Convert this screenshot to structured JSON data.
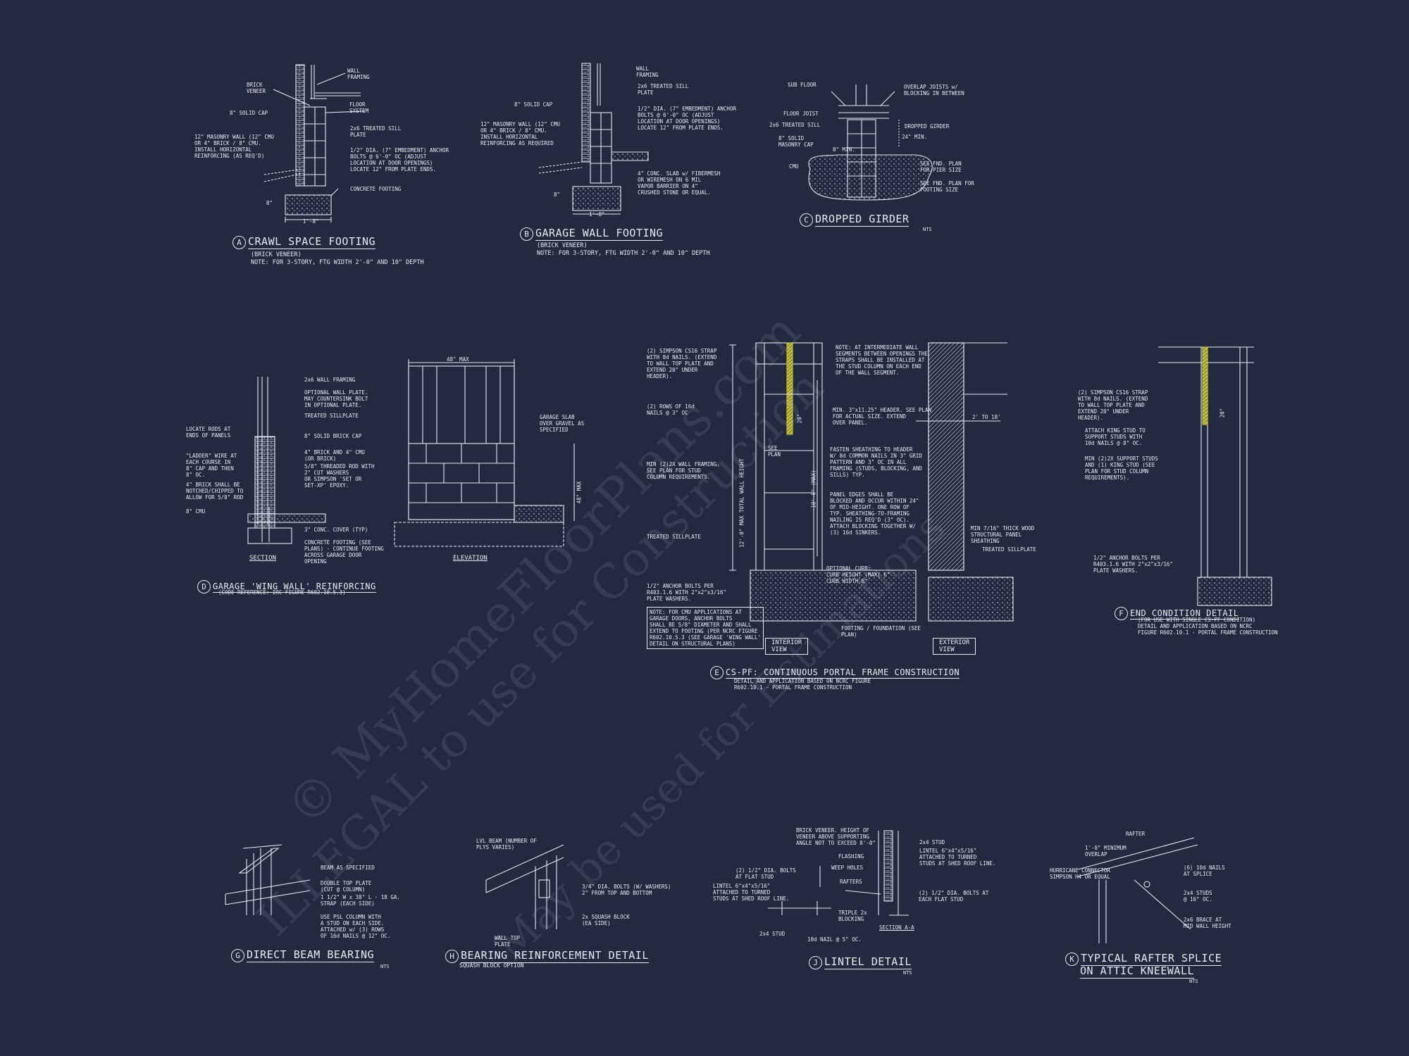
{
  "watermark": {
    "line1": "© MyHomeFloorPlans.com",
    "line2": "ILLEGAL to use for Construction",
    "line3": "May be used for Estimations"
  },
  "details": {
    "a": {
      "tag": "A",
      "title": "CRAWL SPACE FOOTING",
      "sub1": "(BRICK VENEER)",
      "sub2": "NOTE: FOR 3-STORY, FTG WIDTH 2'-0\" AND 10\" DEPTH",
      "notes": [
        "WALL\nFRAMING",
        "BRICK\nVENEER",
        "8\" SOLID CAP",
        "FLOOR\nSYSTEM",
        "12\" MASONRY WALL (12\" CMU\nOR 4\" BRICK / 8\" CMU.\nINSTALL HORIZONTAL\nREINFORCING (AS REQ'D)",
        "2x6 TREATED SILL\nPLATE",
        "1/2\" DIA. (7\" EMBEDMENT) ANCHOR\nBOLTS @ 6'-0\" OC (ADJUST\nLOCATION AT DOOR OPENINGS)\nLOCATE 12\" FROM PLATE ENDS.",
        "CONCRETE FOOTING",
        "8\"",
        "1'-8\""
      ]
    },
    "b": {
      "tag": "B",
      "title": "GARAGE WALL FOOTING",
      "sub1": "(BRICK VENEER)",
      "sub2": "NOTE: FOR 3-STORY, FTG WIDTH 2'-0\" AND 10\" DEPTH",
      "notes": [
        "WALL\nFRAMING",
        "2x6 TREATED SILL\nPLATE",
        "8\" SOLID CAP",
        "1/2\" DIA. (7\" EMBEDMENT) ANCHOR\nBOLTS @ 6'-0\" OC (ADJUST\nLOCATION AT DOOR OPENINGS)\nLOCATE 12\" FROM PLATE ENDS.",
        "12\" MASONRY WALL (12\" CMU\nOR 4\" BRICK / 8\" CMU.\nINSTALL HORIZONTAL\nREINFORCING AS REQUIRED",
        "4\" CONC. SLAB w/ FIBERMESH\nOR WIREMESH ON 6 MIL\nVAPOR BARRIER ON 4\"\nCRUSHED STONE OR EQUAL.",
        "8\"",
        "1'-8\""
      ]
    },
    "c": {
      "tag": "C",
      "title": "DROPPED GIRDER",
      "nts": "NTS",
      "notes": [
        "SUB FLOOR",
        "OVERLAP JOISTS w/\nBLOCKING IN BETWEEN",
        "FLOOR JOIST",
        "2x6 TREATED SILL",
        "8\" SOLID\nMASONRY CAP",
        "DROPPED GIRDER",
        "CMU",
        "SEE FND. PLAN\nFOR PIER SIZE",
        "SEE FND. PLAN FOR\nFOOTING SIZE",
        "24\" MIN.",
        "8\" MIN."
      ]
    },
    "d": {
      "tag": "D",
      "title": "GARAGE 'WING WALL' REINFORCING",
      "sub1": "(CODE REFERENCE: IRC FIGURE R602.10.5.3)",
      "section": "SECTION",
      "elevation": "ELEVATION",
      "notes": [
        "2x6 WALL FRAMING",
        "OPTIONAL WALL PLATE.\nMAY COUNTERSINK BOLT\nIN OPTIONAL PLATE.",
        "TREATED SILLPLATE",
        "LOCATE RODS AT\nENDS OF PANELS",
        "8\" SOLID BRICK CAP",
        "\"LADDER\" WIRE AT\nEACH COURSE IN\n8\" CAP AND THEN\n8\" OC.",
        "4\" BRICK AND 4\" CMU\n(OR BRICK)",
        "5/8\" THREADED ROD WITH\n2\" CUT WASHERS\nOR SIMPSON 'SET OR\nSET-XP' EPOXY.",
        "4\" BRICK SHALL BE\nNOTCHED/CHIPPED TO\nALLOW FOR 5/8\" ROD",
        "8\" CMU",
        "3\" CONC. COVER (TYP)",
        "CONCRETE FOOTING (SEE\nPLANS) - CONTINUE FOOTING\nACROSS GARAGE DOOR\nOPENING",
        "GARAGE SLAB\nOVER GRAVEL AS\nSPECIFIED",
        "48\" MAX",
        "48\" MAX"
      ]
    },
    "e": {
      "tag": "E",
      "title": "CS-PF: CONTINUOUS PORTAL FRAME CONSTRUCTION",
      "sub1": "DETAIL AND APPLICATION BASED ON NCRC FIGURE",
      "sub2": "R602.10.1 - PORTAL FRAME CONSTRUCTION",
      "interior": "INTERIOR VIEW",
      "exterior": "EXTERIOR VIEW",
      "notes": [
        "(2) SIMPSON CS16 STRAP\nWITH 8d NAILS. (EXTEND\nTO WALL TOP PLATE AND\nEXTEND 20\" UNDER\nHEADER).",
        "NOTE: AT INTERMEDIATE WALL\nSEGMENTS BETWEEN OPENINGS THE\nSTRAPS SHALL BE INSTALLED AT\nTHE STUD COLUMN ON EACH END\nOF THE WALL SEGMENT.",
        "(2) ROWS OF 16d\nNAILS @ 3\" OC",
        "MIN. 3\"x11.25\" HEADER. SEE PLAN\nFOR ACTUAL SIZE. EXTEND\nOVER PANEL.",
        "MIN (2)2X WALL FRAMING.\nSEE PLAN FOR STUD\nCOLUMN REQUIREMENTS.",
        "FASTEN SHEATHING TO HEADER\nW/ 8d COMMON NAILS IN 3\" GRID\nPATTERN AND 3\" OC IN ALL\nFRAMING (STUDS, BLOCKING, AND\nSILLS) TYP.",
        "PANEL EDGES SHALL BE\nBLOCKED AND OCCUR WITHIN 24\"\nOF MID-HEIGHT. ONE ROW OF\nTYP. SHEATHING-TO-FRAMING\nNAILING IS REQ'D (3\" OC).\nATTACH BLOCKING TOGETHER W/\n(3) 16d SINKERS.",
        "TREATED SILLPLATE",
        "MIN 7/16\" THICK WOOD\nSTRUCTURAL PANEL\nSHEATHING",
        "TREATED SILLPLATE",
        "1/2\" ANCHOR BOLTS PER\nR403.1.6 WITH 2\"x2\"x3/16\"\nPLATE WASHERS.",
        "OPTIONAL CURB:\nCURB HEIGHT (MAX) 6\"\nCURB WIDTH 8\"",
        "NOTE: FOR CMU APPLICATIONS AT\nGARAGE DOORS, ANCHOR BOLTS\nSHALL BE 5/8\" DIAMETER AND SHALL\nEXTEND TO FOOTING (PER NCRC FIGURE\nR602.10.5.3 (SEE GARAGE 'WING WALL'\nDETAIL ON STRUCTURAL PLANS)",
        "FOOTING / FOUNDATION (SEE\nPLAN)",
        "SEE\nPLAN",
        "2' TO 18'",
        "12'-0\" MAX TOTAL WALL HEIGHT",
        "10'-0\" (MAX)",
        "20\""
      ]
    },
    "f": {
      "tag": "F",
      "title": "END CONDITION DETAIL",
      "sub1": "(FOR USE WITH SINGLE CS-PF CONDITION)",
      "sub2": "DETAIL AND APPLICATION BASED ON NCRC",
      "sub3": "FIGURE R602.10.1 - PORTAL FRAME CONSTRUCTION",
      "notes": [
        "(2) SIMPSON CS16 STRAP\nWITH 8d NAILS. (EXTEND\nTO WALL TOP PLATE AND\nEXTEND 20\" UNDER\nHEADER).",
        "ATTACH KING STUD TO\nSUPPORT STUDS WITH\n10d NAILS @ 8\" OC.",
        "MIN (2)2X SUPPORT STUDS\nAND (1) KING STUD (SEE\nPLAN FOR STUD COLUMN\nREQUIREMENTS).",
        "1/2\" ANCHOR BOLTS PER\nR403.1.6 WITH 2\"x2\"x3/16\"\nPLATE WASHERS.",
        "20\""
      ]
    },
    "g": {
      "tag": "G",
      "title": "DIRECT BEAM BEARING",
      "nts": "NTS",
      "notes": [
        "BEAM AS SPECIFIED",
        "DOUBLE TOP PLATE\n(CUT @ COLUMN)",
        "1 1/2\" W x 38\" L - 18 GA.\nSTRAP (EACH SIDE)",
        "USE PSL COLUMN WITH\nA STUD ON EACH SIDE.\nATTACHED w/ (3) ROWS\nOF 16d NAILS @ 12\" OC."
      ]
    },
    "h": {
      "tag": "H",
      "title": "BEARING REINFORCEMENT DETAIL",
      "sub1": "SQUASH BLOCK OPTION",
      "notes": [
        "LVL BEAM (NUMBER OF\nPLYS VARIES)",
        "3/4\" DIA. BOLTS (W/ WASHERS)\n2\" FROM TOP AND BOTTOM",
        "2x SQUASH BLOCK\n(EA SIDE)",
        "WALL TOP\nPLATE"
      ]
    },
    "j": {
      "tag": "J",
      "title": "LINTEL DETAIL",
      "nts": "NTS",
      "notes": [
        "BRICK VENEER. HEIGHT OF\nVENEER ABOVE SUPPORTING\nANGLE NOT TO EXCEED 8'-0\"",
        "2x4 STUD",
        "LINTEL 6\"x4\"x5/16\"\nATTACHED TO TURNED\nSTUDS AT SHED ROOF LINE.",
        "FLASHING",
        "WEEP HOLES",
        "(2) 1/2\" DIA. BOLTS\nAT FLAT STUD",
        "RAFTERS",
        "LINTEL 6\"x4\"x5/16\"\nATTACHED TO TURNED\nSTUDS AT SHED ROOF LINE.",
        "(2) 1/2\" DIA. BOLTS AT\nEACH FLAT STUD",
        "TRIPLE 2x\nBLOCKING",
        "SECTION A-A",
        "2x4 STUD",
        "10d NAIL @ 5\" OC."
      ]
    },
    "k": {
      "tag": "K",
      "title1": "TYPICAL RAFTER SPLICE",
      "title2": "ON ATTIC KNEEWALL",
      "nts": "NTS",
      "notes": [
        "RAFTER",
        "1'-0\" MINIMUM\nOVERLAP",
        "HURRICANE CONNECTOR\nSIMPSON H4 OR EQUAL",
        "(6) 10d NAILS\nAT SPLICE",
        "2x4 STUDS\n@ 16\" OC.",
        "2x6 BRACE AT\nMID WALL HEIGHT"
      ]
    }
  }
}
